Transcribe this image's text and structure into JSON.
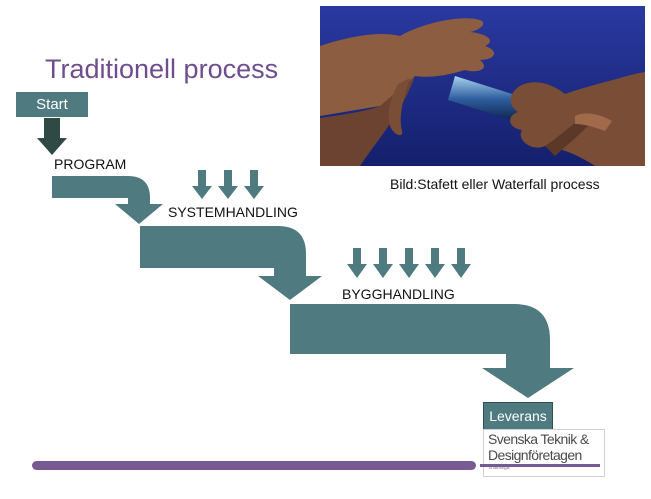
{
  "title": "Traditionell  process",
  "photo_caption": "Bild:Stafett eller Waterfall process",
  "start_label": "Start",
  "stages": [
    {
      "label": "PROGRAM",
      "input_arrows": 0
    },
    {
      "label": "SYSTEMHANDLING",
      "input_arrows": 3
    },
    {
      "label": "BYGGHANDLING",
      "input_arrows": 5
    }
  ],
  "end_label": "Leverans",
  "logo": {
    "line1": "Svenska Teknik &",
    "line2": "Designföretagen",
    "subline": "a almega"
  },
  "colors": {
    "arrow": "#4f7b80",
    "start_arrow": "#2f4a44",
    "title": "#6e4d8f",
    "accent_bar": "#785a92",
    "photo_sky": "#1c2a86"
  }
}
